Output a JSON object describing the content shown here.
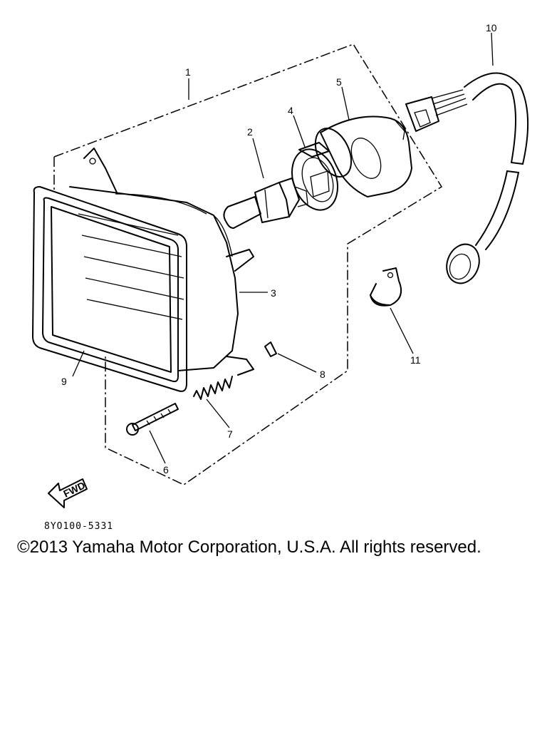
{
  "diagram": {
    "callouts": {
      "c1": "1",
      "c2": "2",
      "c3": "3",
      "c4": "4",
      "c5": "5",
      "c6": "6",
      "c7": "7",
      "c8": "8",
      "c9": "9",
      "c10": "10",
      "c11": "11"
    },
    "fwd_label": "FWD",
    "drawing_code": "8YO100-5331"
  },
  "copyright": "©2013 Yamaha Motor Corporation, U.S.A. All rights reserved."
}
